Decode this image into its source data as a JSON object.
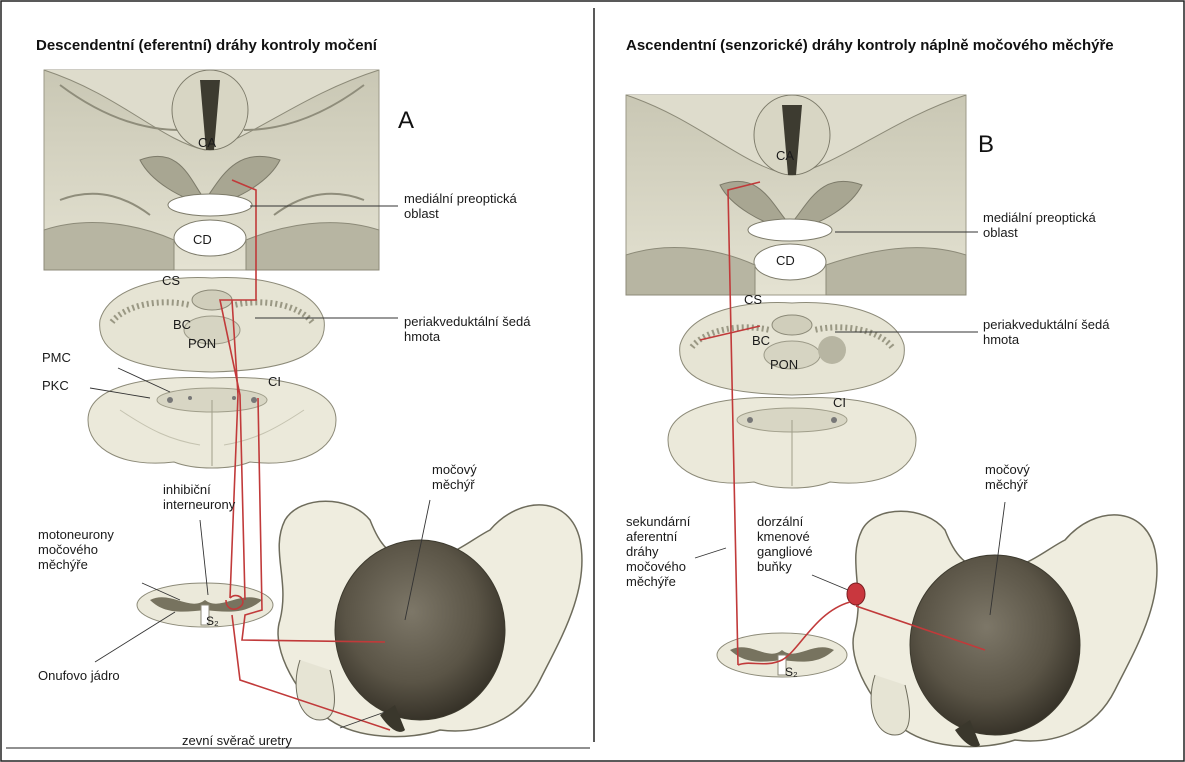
{
  "panel_a": {
    "title": "Descendentní (eferentní) dráhy kontroly močení",
    "letter": "A",
    "labels": {
      "ca": "CA",
      "cd": "CD",
      "cs": "CS",
      "bc": "BC",
      "pon": "PON",
      "ci": "CI",
      "s2": "S₂",
      "pmc": "PMC",
      "pkc": "PKC",
      "medial_preoptic": "mediální preoptická oblast",
      "periaqueductal": "periakveduktální šedá hmota",
      "bladder": "močový měchýř",
      "inhibitory": "inhibiční interneurony",
      "motoneurons": "motoneurony močového měchýře",
      "onuf": "Onufovo jádro",
      "sphincter": "zevní svěrač uretry"
    }
  },
  "panel_b": {
    "title": "Ascendentní (senzorické) dráhy kontroly náplně močového měchýře",
    "letter": "B",
    "labels": {
      "ca": "CA",
      "cd": "CD",
      "cs": "CS",
      "bc": "BC",
      "pon": "PON",
      "ci": "CI",
      "s2": "S₂",
      "medial_preoptic": "mediální preoptická oblast",
      "periaqueductal": "periakveduktální šedá hmota",
      "bladder": "močový měchýř",
      "secondary": "sekundární aferentní dráhy močového měchýře",
      "dorsal_root": "dorzální kmenové gangliové buňky"
    }
  }
}
